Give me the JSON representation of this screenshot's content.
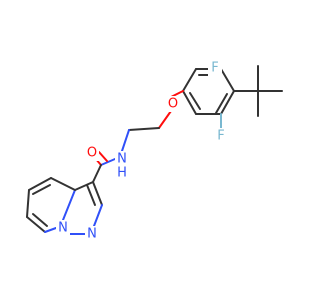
{
  "molecule": {
    "atoms": {
      "o_ether": "O",
      "n_amide": "N",
      "h_amide": "H",
      "o_carbonyl": "O",
      "f_top": "F",
      "f_bottom": "F",
      "n_bridge": "N",
      "n_pyrazole": "N"
    }
  },
  "colors": {
    "bond": "#333333",
    "oxygen": "#ff0d0d",
    "nitrogen": "#3050f8",
    "fluorine": "#79b8d0"
  }
}
